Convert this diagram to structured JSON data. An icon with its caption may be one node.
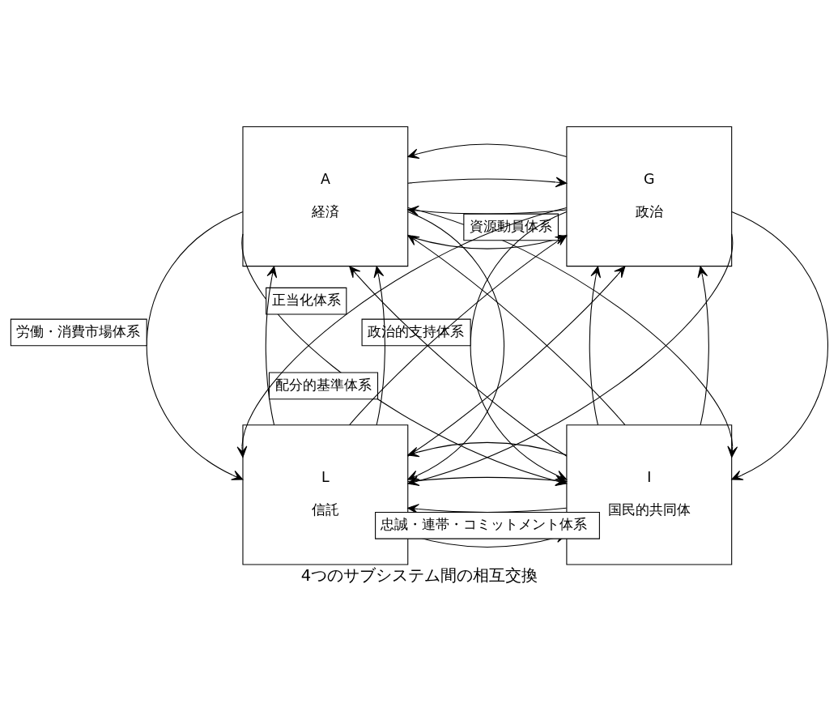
{
  "diagram": {
    "caption": "4つのサブシステム間の相互交換",
    "nodes": [
      {
        "text": [
          "A",
          "経済"
        ]
      },
      {
        "text": [
          "G",
          "政治"
        ]
      },
      {
        "text": [
          "L",
          "信託"
        ]
      },
      {
        "text": [
          "I",
          "国民的共同体"
        ]
      }
    ],
    "edges": [
      {
        "from": 0,
        "to": 1,
        "arrow": "to"
      },
      {
        "from": 1,
        "to": 0,
        "arrow": "to",
        "label": "資源動員体系"
      },
      {
        "from": 0,
        "to": 1,
        "arrow": "to"
      },
      {
        "from": 1,
        "to": 0,
        "arrow": "to"
      },
      {
        "from": 2,
        "to": 0,
        "arrow": "to"
      },
      {
        "from": 0,
        "to": 2,
        "arrow": "to",
        "label": "労働・消費市場体系"
      },
      {
        "from": 2,
        "to": 0,
        "arrow": "to"
      },
      {
        "from": 0,
        "to": 2,
        "arrow": "to"
      },
      {
        "from": 3,
        "to": 1,
        "arrow": "to"
      },
      {
        "from": 1,
        "to": 3,
        "arrow": "to",
        "label": "政治的支持体系"
      },
      {
        "from": 3,
        "to": 1,
        "arrow": "to"
      },
      {
        "from": 1,
        "to": 3,
        "arrow": "to"
      },
      {
        "from": 2,
        "to": 1,
        "arrow": "to"
      },
      {
        "from": 1,
        "to": 2,
        "arrow": "to",
        "label": "正当化体系"
      },
      {
        "from": 2,
        "to": 1,
        "arrow": "to"
      },
      {
        "from": 1,
        "to": 2,
        "arrow": "to"
      },
      {
        "from": 3,
        "to": 0,
        "arrow": "to"
      },
      {
        "from": 0,
        "to": 3,
        "arrow": "to",
        "label": "配分的基準体系"
      },
      {
        "from": 3,
        "to": 0,
        "arrow": "to"
      },
      {
        "from": 0,
        "to": 3,
        "arrow": "to"
      },
      {
        "from": 2,
        "to": 3,
        "arrow": "to"
      },
      {
        "from": 3,
        "to": 2,
        "arrow": "to",
        "label": "忠誠・連帯・コミットメント体系"
      },
      {
        "from": 2,
        "to": 3,
        "arrow": "to"
      },
      {
        "from": 3,
        "to": 2,
        "arrow": "to"
      }
    ]
  }
}
